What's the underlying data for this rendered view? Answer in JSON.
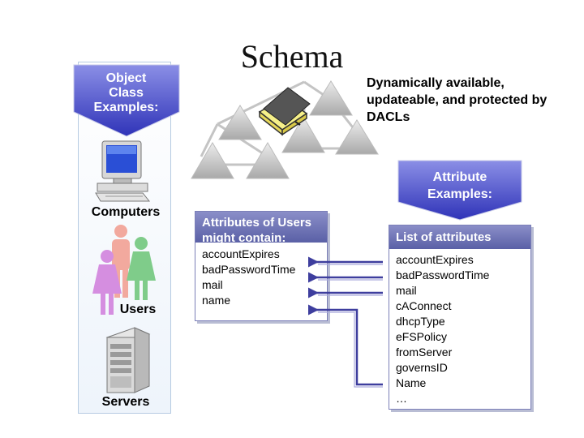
{
  "title": "Schema",
  "description": "Dynamically available, updateable, and protected by DACLs",
  "object_class_banner": {
    "line1": "Object",
    "line2": "Class",
    "line3": "Examples:"
  },
  "attribute_banner": {
    "line1": "Attribute",
    "line2": "Examples:"
  },
  "object_classes": {
    "computers": "Computers",
    "users": "Users",
    "servers": "Servers"
  },
  "users_box": {
    "title_line1": "Attributes of Users",
    "title_line2": "might contain:",
    "items": [
      "accountExpires",
      "badPasswordTime",
      "mail",
      "name"
    ]
  },
  "attributes_box": {
    "title": "List of attributes",
    "items": [
      "accountExpires",
      "badPasswordTime",
      "mail",
      "cAConnect",
      "dhcpType",
      "eFSPolicy",
      "fromServer",
      "governsID",
      "Name",
      "…"
    ]
  },
  "colors": {
    "banner": "#4b4fc2",
    "box_header": "#6f73b5",
    "arrow": "#3e3e9e"
  }
}
